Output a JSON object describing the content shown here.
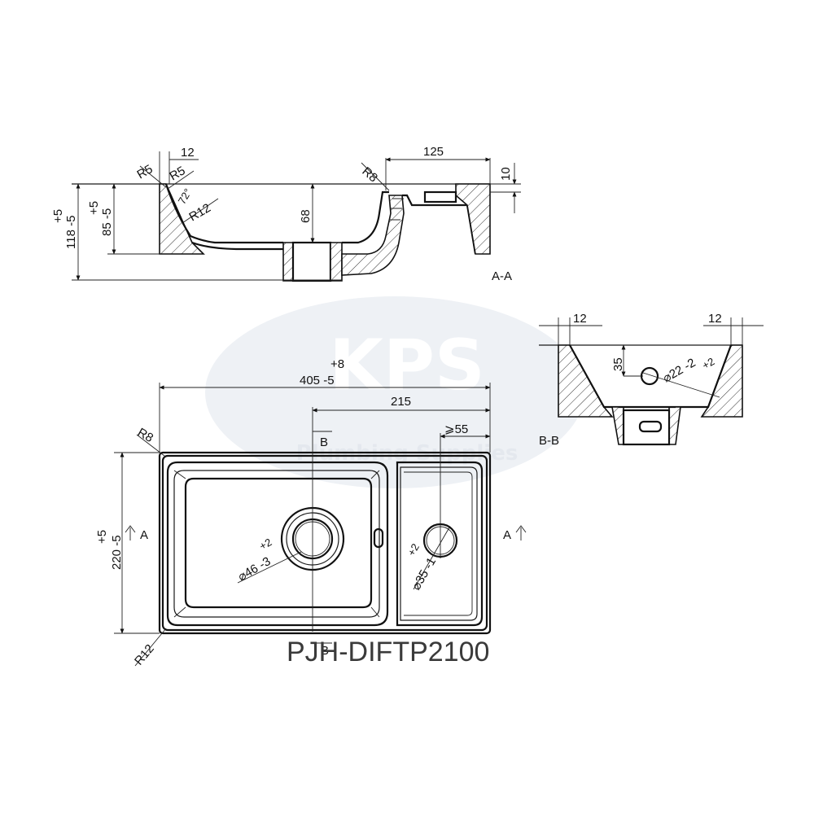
{
  "watermark": {
    "logo_text": "KPS",
    "subtitle": "Plumbing Supplies"
  },
  "product_code": "PJH-DIFTP2100",
  "section_aa": {
    "label": "A-A",
    "dims": {
      "r5_left": "R5",
      "r5_right": "R5",
      "twelve": "12",
      "angle": "72°",
      "r12": "R12",
      "r8": "R8",
      "width_125": "125",
      "ten": "10",
      "depth_68": "68",
      "h118_plus": "+5",
      "h118_main": "118  -5",
      "h85_plus": "+5",
      "h85_main": "85  -5"
    }
  },
  "section_bb": {
    "label": "B-B",
    "dims": {
      "twelve_left": "12",
      "twelve_right": "12",
      "thirty_five": "35",
      "dia_plus": "+2",
      "dia_main": "⌀22  -2"
    }
  },
  "plan": {
    "dims": {
      "width_plus": "+8",
      "width_main": "405  -5",
      "width_215": "215",
      "min_55": "⩾55",
      "r8": "R8",
      "r12": "R12",
      "height_plus": "+5",
      "height_main": "220  -5",
      "drain_plus": "+2",
      "drain_main": "⌀46  -3",
      "tap_plus": "+2",
      "tap_main": "⌀35  -1"
    },
    "section_marks": {
      "a_left": "A",
      "a_right": "A",
      "b_top": "B",
      "b_bottom": "B"
    }
  }
}
